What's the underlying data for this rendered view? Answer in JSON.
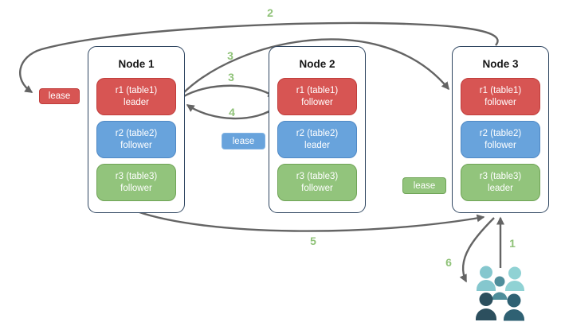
{
  "nodes": [
    {
      "title": "Node 1",
      "replicas": [
        {
          "name": "r1 (table1)",
          "role": "leader",
          "color": "#d75553"
        },
        {
          "name": "r2 (table2)",
          "role": "follower",
          "color": "#68a3dc"
        },
        {
          "name": "r3 (table3)",
          "role": "follower",
          "color": "#92c47c"
        }
      ]
    },
    {
      "title": "Node 2",
      "replicas": [
        {
          "name": "r1 (table1)",
          "role": "follower",
          "color": "#d75553"
        },
        {
          "name": "r2 (table2)",
          "role": "leader",
          "color": "#68a3dc"
        },
        {
          "name": "r3 (table3)",
          "role": "follower",
          "color": "#92c47c"
        }
      ]
    },
    {
      "title": "Node 3",
      "replicas": [
        {
          "name": "r1 (table1)",
          "role": "follower",
          "color": "#d75553"
        },
        {
          "name": "r2 (table2)",
          "role": "follower",
          "color": "#68a3dc"
        },
        {
          "name": "r3 (table3)",
          "role": "leader",
          "color": "#92c47c"
        }
      ]
    }
  ],
  "leases": [
    {
      "label": "lease",
      "color": "#d75553",
      "attached_to": "Node 1 r1 leader"
    },
    {
      "label": "lease",
      "color": "#68a3dc",
      "attached_to": "Node 2 r2 leader"
    },
    {
      "label": "lease",
      "color": "#92c47c",
      "attached_to": "Node 3 r3 leader"
    }
  ],
  "steps": {
    "s1": "1",
    "s2": "2",
    "s3a": "3",
    "s3b": "3",
    "s4": "4",
    "s5": "5",
    "s6": "6"
  },
  "icons": {
    "users": "users-icon",
    "users_palette": [
      "#85c7ce",
      "#90d2d4",
      "#4f8e9b",
      "#2c4f5e",
      "#2f6173"
    ]
  },
  "colors": {
    "node_border": "#2e4560",
    "arrow": "#646464",
    "step_label": "#8fc278",
    "replica_red": "#d75553",
    "replica_blue": "#68a3dc",
    "replica_green": "#92c47c",
    "background": "#ffffff"
  }
}
